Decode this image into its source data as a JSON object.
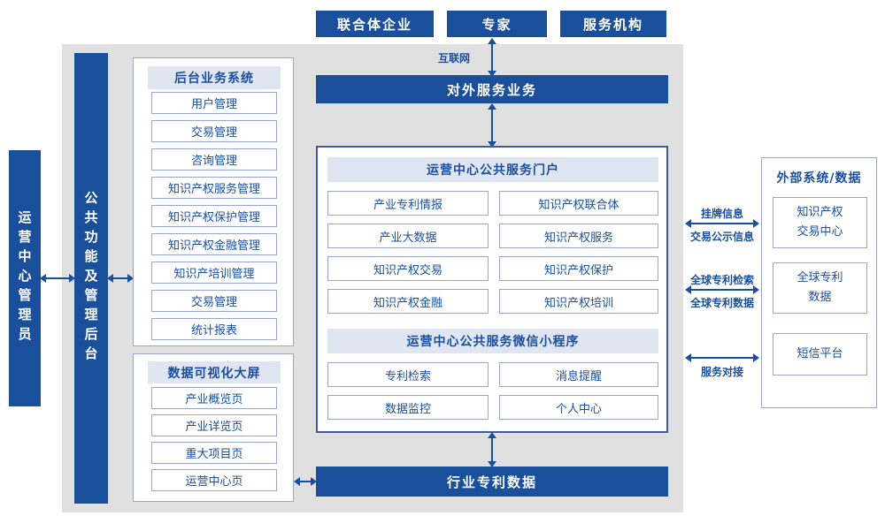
{
  "colors": {
    "primary": "#1a4f9c",
    "background_gray": "#e0e0e0",
    "header_bg": "#e0e5f2"
  },
  "top_actors": {
    "consortium": "联合体企业",
    "expert": "专家",
    "agency": "服务机构"
  },
  "internet_label": "互联网",
  "external_service_bar": "对外服务业务",
  "admin_bar": "运营中心管理员",
  "backend_functions_bar": "公共功能及管理后台",
  "backend_system": {
    "title": "后台业务系统",
    "items": [
      "用户管理",
      "交易管理",
      "咨询管理",
      "知识产权服务管理",
      "知识产权保护管理",
      "知识产权金融管理",
      "知识产培训管理",
      "交易管理",
      "统计报表"
    ]
  },
  "data_visualization": {
    "title": "数据可视化大屏",
    "items": [
      "产业概览页",
      "产业详览页",
      "重大项目页",
      "运营中心页"
    ]
  },
  "portal": {
    "title": "运营中心公共服务门户",
    "left_items": [
      "产业专利情报",
      "产业大数据",
      "知识产权交易",
      "知识产权金融"
    ],
    "right_items": [
      "知识产权联合体",
      "知识产权服务",
      "知识产权保护",
      "知识产权培训"
    ]
  },
  "mini_program": {
    "title": "运营中心公共服务微信小程序",
    "left_items": [
      "专利检索",
      "数据监控"
    ],
    "right_items": [
      "消息提醒",
      "个人中心"
    ]
  },
  "industry_patent_bar": "行业专利数据",
  "external_systems": {
    "title": "外部系统/数据",
    "items": [
      "知识产权\n交易中心",
      "全球专利\n数据",
      "短信平台"
    ]
  },
  "connection_labels": {
    "listing_info": "挂牌信息",
    "trade_publicity": "交易公示信息",
    "global_patent_search": "全球专利检索",
    "global_patent_data": "全球专利数据",
    "service_integration": "服务对接"
  }
}
